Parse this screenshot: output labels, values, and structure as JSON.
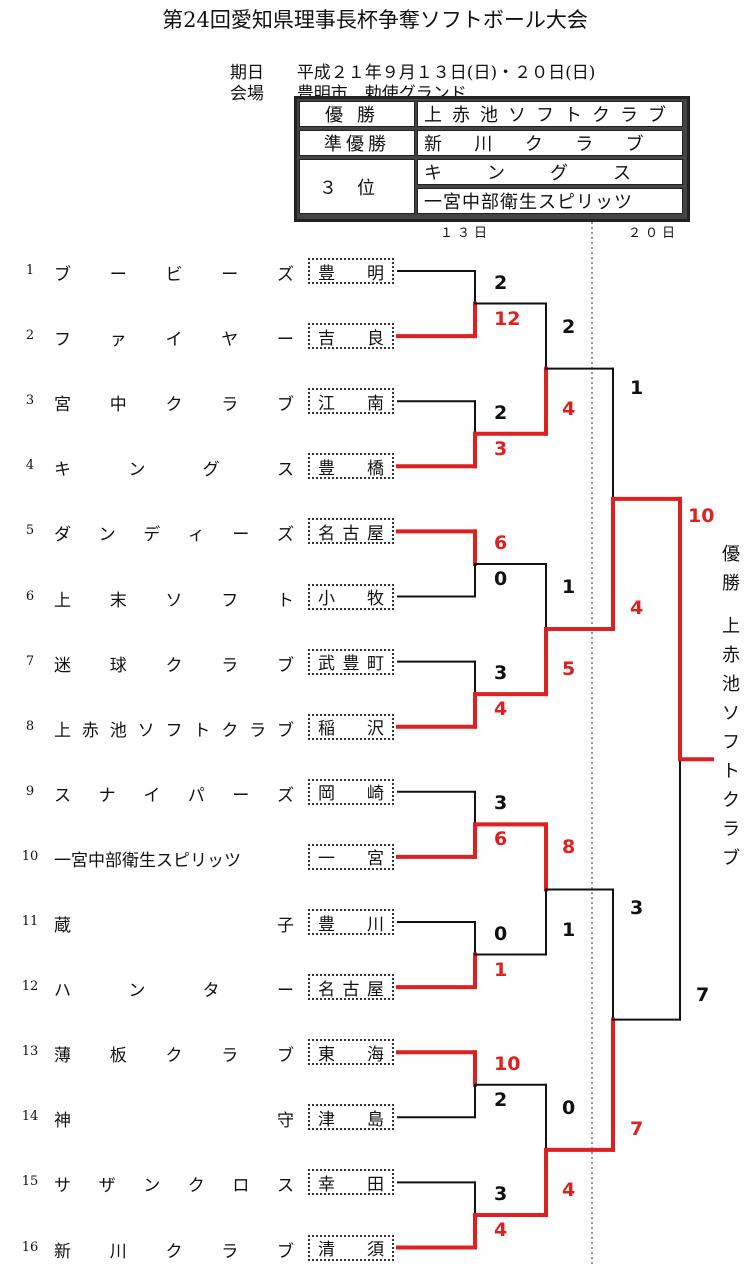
{
  "title": "第24回愛知県理事長杯争奪ソフトボール大会",
  "schedule": {
    "label": "期日",
    "value": "平成２１年９月１３日(日)・２０日(日)"
  },
  "venue": {
    "label": "会場",
    "value": "豊明市　勅使グランド"
  },
  "results": {
    "champion_label": "優勝",
    "champion": "上赤池ソフトクラブ",
    "runner_up_label": "準優勝",
    "runner_up": "新川クラブ",
    "third_label": "３位",
    "third": [
      "キングス",
      "一宮中部衛生スピリッツ"
    ]
  },
  "days": [
    "１３日",
    "２０日"
  ],
  "teams": [
    {
      "no": "1",
      "name": "ブービーズ",
      "city": "豊明"
    },
    {
      "no": "2",
      "name": "ファイヤー",
      "city": "吉良"
    },
    {
      "no": "3",
      "name": "宮中クラブ",
      "city": "江南"
    },
    {
      "no": "4",
      "name": "キングス",
      "city": "豊橋"
    },
    {
      "no": "5",
      "name": "ダンディーズ",
      "city": "名古屋"
    },
    {
      "no": "6",
      "name": "上末ソフト",
      "city": "小牧"
    },
    {
      "no": "7",
      "name": "迷球クラブ",
      "city": "武豊町"
    },
    {
      "no": "8",
      "name": "上赤池ソフトクラブ",
      "city": "稲沢"
    },
    {
      "no": "9",
      "name": "スナイパーズ",
      "city": "岡崎"
    },
    {
      "no": "10",
      "name": "一宮中部衛生スピリッツ",
      "city": "一宮"
    },
    {
      "no": "11",
      "name": "蔵子",
      "city": "豊川"
    },
    {
      "no": "12",
      "name": "ハンター",
      "city": "名古屋"
    },
    {
      "no": "13",
      "name": "薄板クラブ",
      "city": "東海"
    },
    {
      "no": "14",
      "name": "神守",
      "city": "津島"
    },
    {
      "no": "15",
      "name": "サザンクロス",
      "city": "幸田"
    },
    {
      "no": "16",
      "name": "新川クラブ",
      "city": "清須"
    }
  ],
  "round1": [
    {
      "top": "2",
      "bottom": "12",
      "winner": "bottom"
    },
    {
      "top": "2",
      "bottom": "3",
      "winner": "bottom"
    },
    {
      "top": "6",
      "bottom": "0",
      "winner": "top"
    },
    {
      "top": "3",
      "bottom": "4",
      "winner": "bottom"
    },
    {
      "top": "3",
      "bottom": "6",
      "winner": "bottom"
    },
    {
      "top": "0",
      "bottom": "1",
      "winner": "bottom"
    },
    {
      "top": "10",
      "bottom": "2",
      "winner": "top"
    },
    {
      "top": "3",
      "bottom": "4",
      "winner": "bottom"
    }
  ],
  "round2": [
    {
      "top": "2",
      "bottom": "4",
      "winner": "bottom"
    },
    {
      "top": "1",
      "bottom": "5",
      "winner": "bottom"
    },
    {
      "top": "8",
      "bottom": "1",
      "winner": "top"
    },
    {
      "top": "0",
      "bottom": "4",
      "winner": "bottom"
    }
  ],
  "semis": [
    {
      "top": "1",
      "bottom": "4",
      "winner": "bottom"
    },
    {
      "top": "3",
      "bottom": "7",
      "winner": "bottom"
    }
  ],
  "final": {
    "top": "10",
    "bottom": "7",
    "winner": "top"
  },
  "champion_vertical": {
    "label": "優勝",
    "team": "上赤池ソフトクラブ"
  },
  "colors": {
    "winner_line": "#e02020",
    "loser_line": "#111111"
  }
}
